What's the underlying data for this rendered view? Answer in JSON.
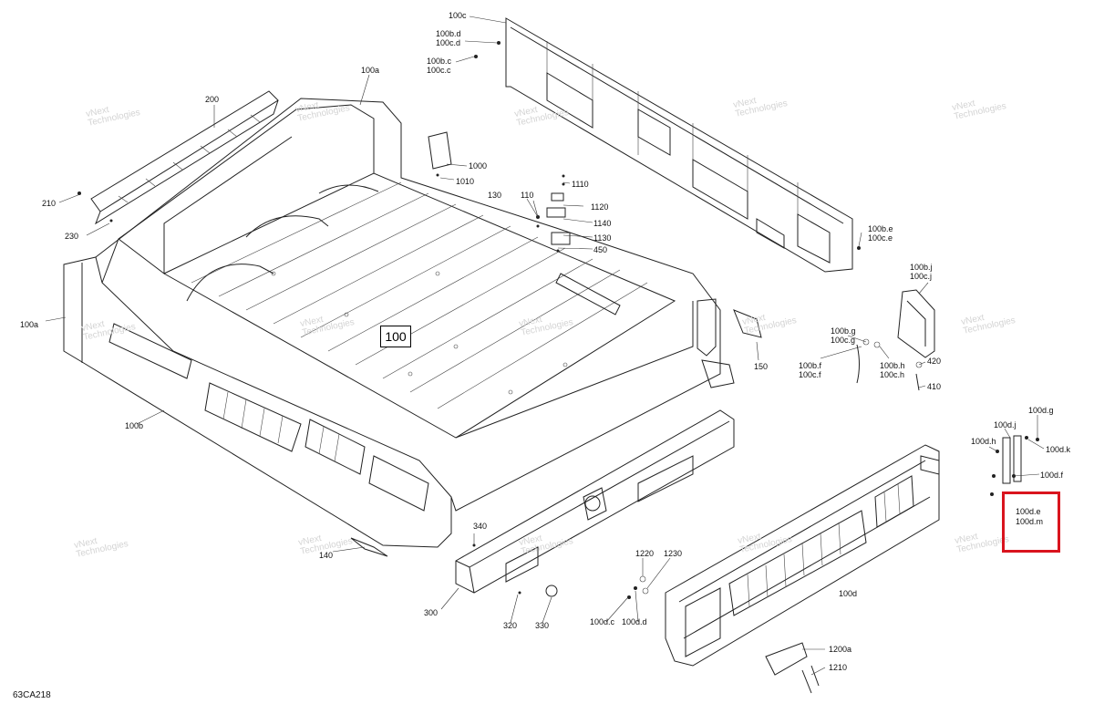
{
  "diagram": {
    "main_label": "100",
    "figure_code": "63CA218",
    "watermark": {
      "line1": "vNext",
      "line2": "Technologies"
    },
    "highlight_color": "#d9141e",
    "callouts": [
      {
        "id": "100c",
        "text": "100c"
      },
      {
        "id": "100b.d",
        "text": "100b.d"
      },
      {
        "id": "100c.d",
        "text": "100c.d"
      },
      {
        "id": "100b.c",
        "text": "100b.c"
      },
      {
        "id": "100c.c",
        "text": "100c.c"
      },
      {
        "id": "100a-top",
        "text": "100a"
      },
      {
        "id": "200",
        "text": "200"
      },
      {
        "id": "1000",
        "text": "1000"
      },
      {
        "id": "1010",
        "text": "1010"
      },
      {
        "id": "1110",
        "text": "1110"
      },
      {
        "id": "130",
        "text": "130"
      },
      {
        "id": "110",
        "text": "110"
      },
      {
        "id": "1120",
        "text": "1120"
      },
      {
        "id": "1140",
        "text": "1140"
      },
      {
        "id": "1130",
        "text": "1130"
      },
      {
        "id": "450",
        "text": "450"
      },
      {
        "id": "210",
        "text": "210"
      },
      {
        "id": "230",
        "text": "230"
      },
      {
        "id": "100b.e",
        "text": "100b.e"
      },
      {
        "id": "100c.e",
        "text": "100c.e"
      },
      {
        "id": "100b.j",
        "text": "100b.j"
      },
      {
        "id": "100c.j",
        "text": "100c.j"
      },
      {
        "id": "100a-left",
        "text": "100a"
      },
      {
        "id": "100b.g",
        "text": "100b.g"
      },
      {
        "id": "100c.g",
        "text": "100c.g"
      },
      {
        "id": "150",
        "text": "150"
      },
      {
        "id": "100b.f",
        "text": "100b.f"
      },
      {
        "id": "100c.f",
        "text": "100c.f"
      },
      {
        "id": "100b.h",
        "text": "100b.h"
      },
      {
        "id": "100c.h",
        "text": "100c.h"
      },
      {
        "id": "420",
        "text": "420"
      },
      {
        "id": "410",
        "text": "410"
      },
      {
        "id": "100b",
        "text": "100b"
      },
      {
        "id": "100d.g",
        "text": "100d.g"
      },
      {
        "id": "100d.j",
        "text": "100d.j"
      },
      {
        "id": "100d.h",
        "text": "100d.h"
      },
      {
        "id": "100d.k",
        "text": "100d.k"
      },
      {
        "id": "100d.f",
        "text": "100d.f"
      },
      {
        "id": "100d.e",
        "text": "100d.e"
      },
      {
        "id": "100d.m",
        "text": "100d.m"
      },
      {
        "id": "340",
        "text": "340"
      },
      {
        "id": "140",
        "text": "140"
      },
      {
        "id": "1220",
        "text": "1220"
      },
      {
        "id": "1230",
        "text": "1230"
      },
      {
        "id": "100d",
        "text": "100d"
      },
      {
        "id": "300",
        "text": "300"
      },
      {
        "id": "320",
        "text": "320"
      },
      {
        "id": "330",
        "text": "330"
      },
      {
        "id": "100d.c",
        "text": "100d.c"
      },
      {
        "id": "100d.d",
        "text": "100d.d"
      },
      {
        "id": "1200a",
        "text": "1200a"
      },
      {
        "id": "1210",
        "text": "1210"
      }
    ]
  }
}
